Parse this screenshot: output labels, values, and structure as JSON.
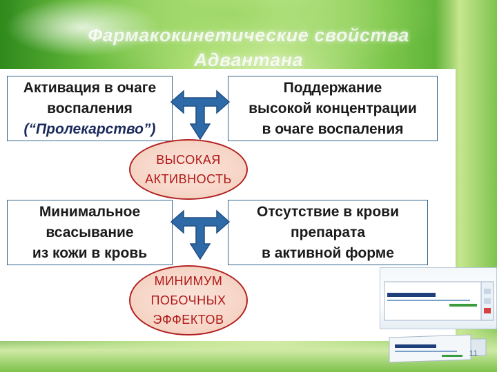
{
  "slide": {
    "title_line1": "Фармакокинетические свойства",
    "title_line2": "Адвантана",
    "page_number": "11"
  },
  "top_left_box": {
    "line1": "Активация в очаге",
    "line2": "воспаления",
    "line3": "(“Пролекарство”)"
  },
  "top_right_box": {
    "line1": "Поддержание",
    "line2": "высокой концентрации",
    "line3": "в очаге воспаления"
  },
  "oval_top": {
    "line1": "ВЫСОКАЯ",
    "line2": "АКТИВНОСТЬ"
  },
  "bottom_left_box": {
    "line1": "Минимальное",
    "line2": "всасывание",
    "line3": "из кожи в кровь"
  },
  "bottom_right_box": {
    "line1": "Отсутствие в крови",
    "line2": "препарата",
    "line3": "в активной форме"
  },
  "oval_bottom": {
    "line1": "МИНИМУМ",
    "line2": "ПОБОЧНЫХ",
    "line3": "ЭФФЕКТОВ"
  },
  "colors": {
    "arrow_fill": "#2f6aa8",
    "oval_border": "#b32020",
    "oval_text": "#b01818",
    "box_border": "#2f5f8a"
  },
  "icons": [
    "t-arrow-icon",
    "product-box-image",
    "ointment-tube-image"
  ]
}
